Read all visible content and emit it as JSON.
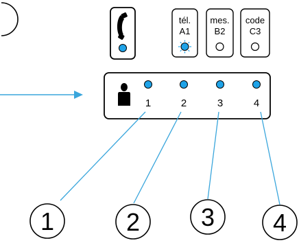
{
  "phone_panel": {
    "icon": "phone-handset-icon",
    "led_color": "#1fa3e8"
  },
  "mode_buttons": [
    {
      "top": "tél.",
      "bottom": "A1",
      "led_state": "on"
    },
    {
      "top": "mes.",
      "bottom": "B2",
      "led_state": "off"
    },
    {
      "top": "code",
      "bottom": "C3",
      "led_state": "off"
    }
  ],
  "user_panel": {
    "icon": "user-silhouette-icon",
    "slots": [
      "1",
      "2",
      "3",
      "4"
    ],
    "led_color": "#1fa3e8"
  },
  "callouts": [
    "1",
    "2",
    "3",
    "4"
  ],
  "colors": {
    "accent": "#1fa3e8",
    "arrow": "#3aa6dc",
    "leader": "#3aa6dc"
  }
}
